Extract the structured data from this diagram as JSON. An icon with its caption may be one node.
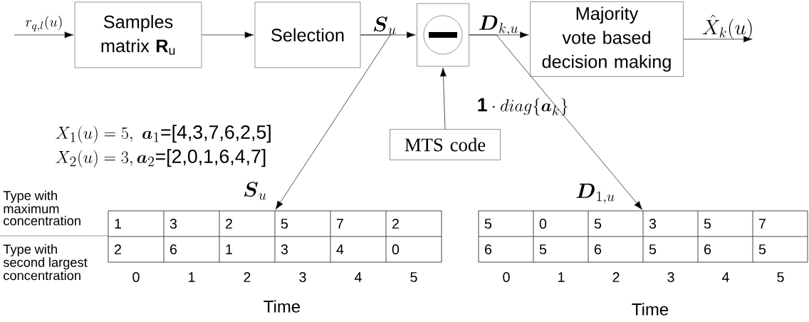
{
  "diagram": {
    "nodes": [
      {
        "text": [
          "Samples matrix **R**$_{u}$"
        ]
      },
      {
        "text": [
          "Selection"
        ]
      },
      {
        "text": [],
        "shape": "box"
      },
      {
        "text": [
          "Majority vote based decision making"
        ]
      },
      {
        "text": [
          "MTS code"
        ]
      },
      {
        "text": [
          "\\boldsymbol{S}_u"
        ]
      },
      {
        "text": [
          "\\boldsymbol{D}_{1,u}"
        ]
      }
    ],
    "edges": [
      {
        "from": null,
        "to": 0,
        "arrow": "to",
        "label": "r_{q,l}(u)"
      },
      {
        "from": 0,
        "to": 1,
        "arrow": "to"
      },
      {
        "from": 1,
        "to": 2,
        "arrow": "to",
        "label": "\\boldsymbol{S}_u"
      },
      {
        "from": 1,
        "to": 5,
        "arrow": "to"
      },
      {
        "from": 4,
        "to": 2,
        "arrow": "to"
      },
      {
        "from": 2,
        "to": 3,
        "arrow": "to",
        "label": "\\boldsymbol{D}_{k,u}"
      },
      {
        "from": 2,
        "to": 6,
        "arrow": "to"
      },
      {
        "from": 3,
        "to": null,
        "arrow": "to",
        "label": "\\hat{X}_k(u)"
      }
    ],
    "labels": [
      "\\mathbf{1}\\cdot diag\\{\\boldsymbol{a}_k\\}",
      "X_1(u) = 5,\\ \\boldsymbol{a}_1\\text{=[4,3,7,6,2,5]}",
      "X_2(u) = 3, \\boldsymbol{a}_2\\text{=[2,0,1,6,4,7]}",
      "Type with maximum concentration",
      "Type with second largest concentration",
      "1",
      "3",
      "2",
      "5",
      "7",
      "2",
      "2",
      "6",
      "1",
      "3",
      "4",
      "0",
      "5",
      "0",
      "5",
      "3",
      "5",
      "7",
      "6",
      "5",
      "6",
      "5",
      "6",
      "5",
      "0",
      "1",
      "2",
      "3",
      "4",
      "5",
      "0",
      "1",
      "2",
      "3",
      "4",
      "5",
      "Time",
      "Time"
    ]
  }
}
